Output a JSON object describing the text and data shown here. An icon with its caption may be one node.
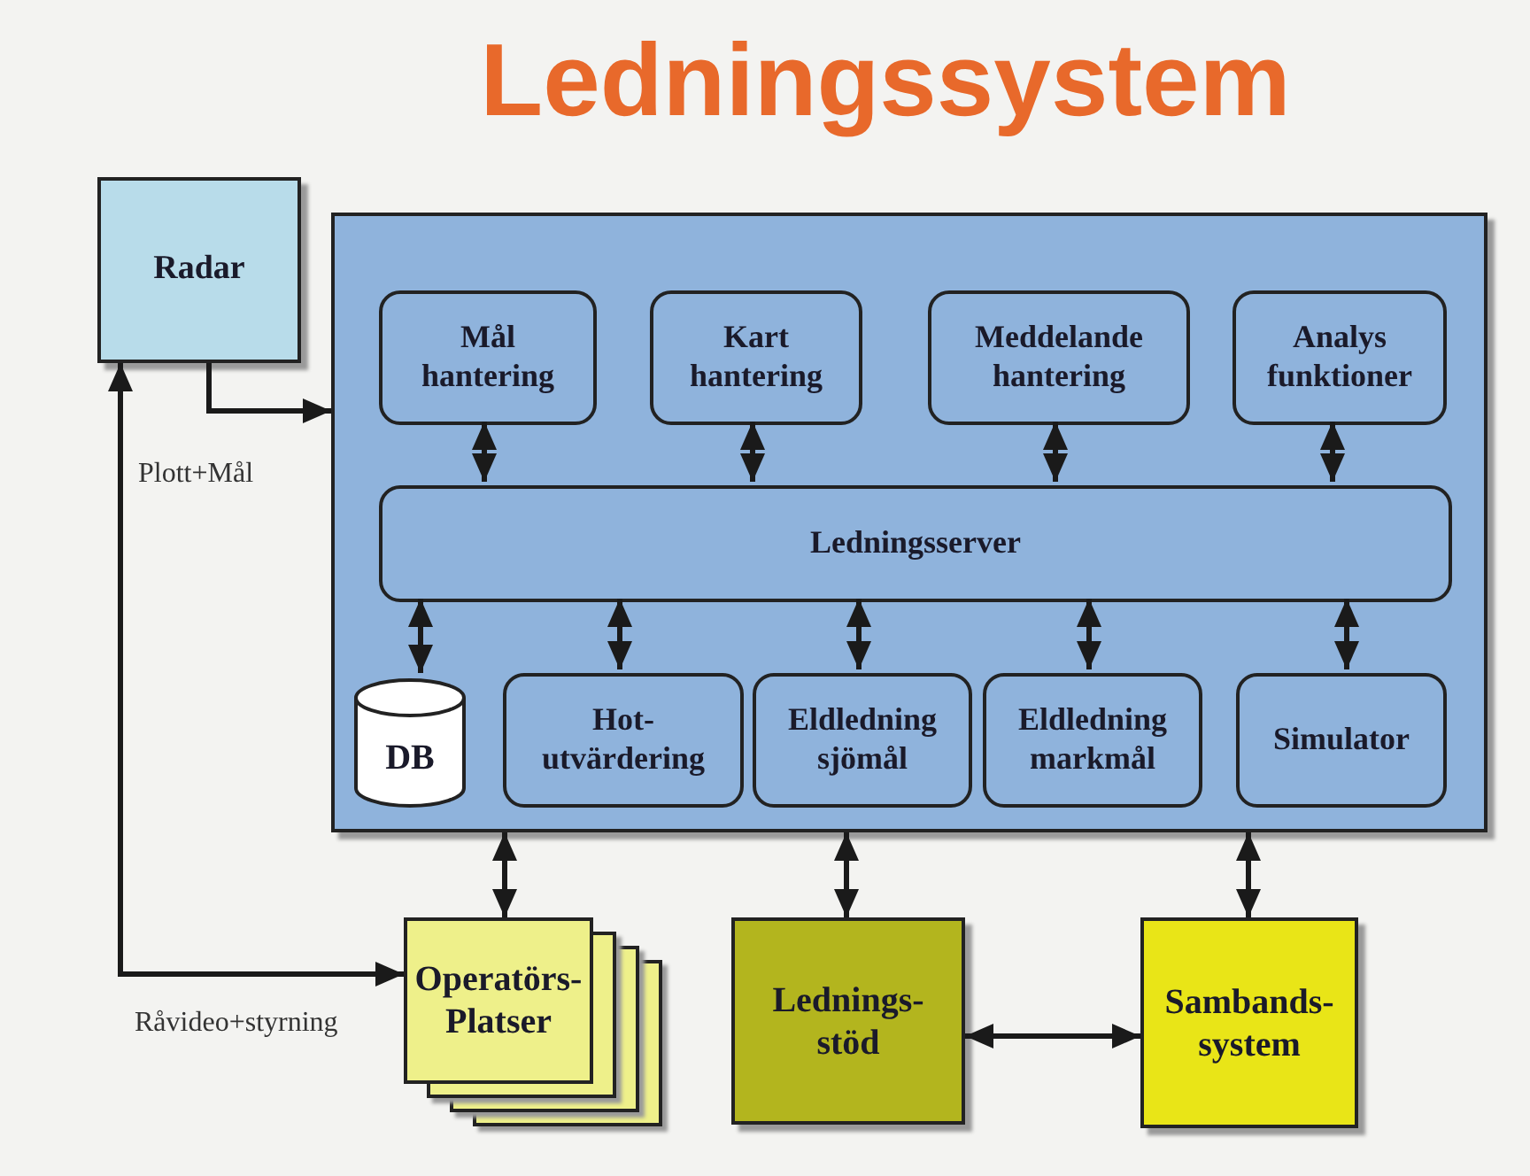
{
  "diagram": {
    "title": "Ledningssystem",
    "nodes": [
      {
        "text": [
          "Radar"
        ]
      },
      {
        "text": [],
        "shape": "box"
      },
      {
        "text": [
          "Mål hantering"
        ],
        "in": 1
      },
      {
        "text": [
          "Kart hantering"
        ],
        "in": 1
      },
      {
        "text": [
          "Meddelande hantering"
        ],
        "in": 1
      },
      {
        "text": [
          "Analys funktioner"
        ],
        "in": 1
      },
      {
        "text": [
          "Ledningsserver"
        ],
        "in": 1
      },
      {
        "text": [
          "DB"
        ],
        "in": 1
      },
      {
        "text": [
          "Hot- utvärdering"
        ],
        "in": 1
      },
      {
        "text": [
          "Eldledning sjömål"
        ],
        "in": 1
      },
      {
        "text": [
          "Eldledning markmål"
        ],
        "in": 1
      },
      {
        "text": [
          "Simulator"
        ],
        "in": 1
      },
      {
        "text": [
          "Operatörs- Platser"
        ]
      },
      {
        "text": [
          "Lednings- stöd"
        ]
      },
      {
        "text": [
          "Sambands- system"
        ]
      }
    ],
    "edges": [
      {
        "from": 0,
        "to": 1,
        "arrow": "to",
        "label": "Plott+Mål"
      },
      {
        "from": 12,
        "to": 0,
        "arrow": "both",
        "label": "Råvideo+styrning"
      },
      {
        "from": 2,
        "to": 6,
        "arrow": "both"
      },
      {
        "from": 3,
        "to": 6,
        "arrow": "both"
      },
      {
        "from": 4,
        "to": 6,
        "arrow": "both"
      },
      {
        "from": 5,
        "to": 6,
        "arrow": "both"
      },
      {
        "from": 6,
        "to": 7,
        "arrow": "both"
      },
      {
        "from": 6,
        "to": 8,
        "arrow": "both"
      },
      {
        "from": 6,
        "to": 9,
        "arrow": "both"
      },
      {
        "from": 6,
        "to": 10,
        "arrow": "both"
      },
      {
        "from": 6,
        "to": 11,
        "arrow": "both"
      },
      {
        "from": 1,
        "to": 12,
        "arrow": "both"
      },
      {
        "from": 1,
        "to": 13,
        "arrow": "both"
      },
      {
        "from": 1,
        "to": 14,
        "arrow": "both"
      },
      {
        "from": 13,
        "to": 14,
        "arrow": "both"
      }
    ]
  }
}
